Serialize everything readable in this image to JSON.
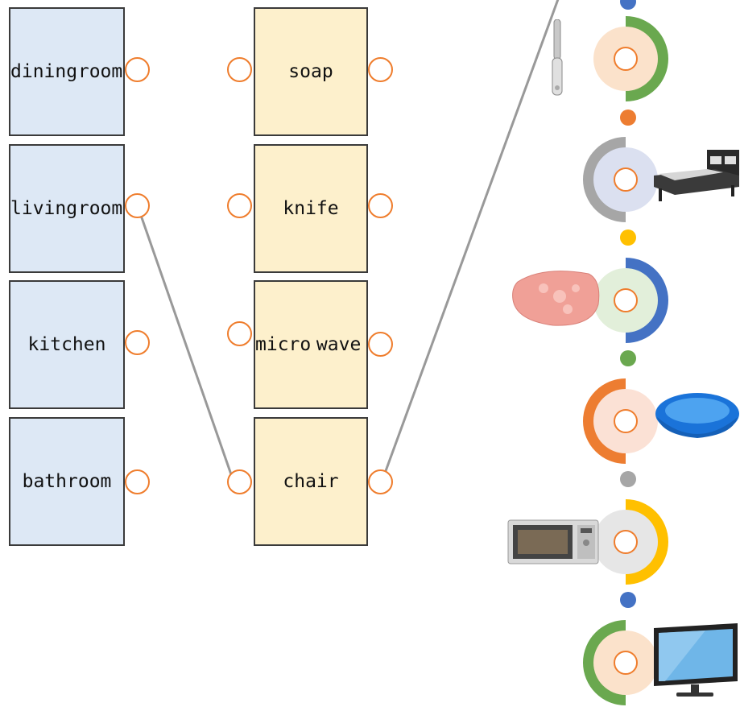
{
  "places": [
    {
      "id": "dining-room",
      "lines": [
        "dining",
        "room"
      ]
    },
    {
      "id": "living-room",
      "lines": [
        "living",
        "room"
      ]
    },
    {
      "id": "kitchen",
      "lines": [
        "kitchen"
      ]
    },
    {
      "id": "bathroom",
      "lines": [
        "bathroom"
      ]
    }
  ],
  "items": [
    {
      "id": "soap",
      "lines": [
        "soap"
      ]
    },
    {
      "id": "knife",
      "lines": [
        "knife"
      ]
    },
    {
      "id": "microwave",
      "lines": [
        "micro",
        "wave"
      ]
    },
    {
      "id": "chair",
      "lines": [
        "chair"
      ]
    }
  ],
  "connections": [
    {
      "from": "living-room",
      "to": "chair"
    },
    {
      "from": "chair",
      "to": "image-top"
    }
  ],
  "image_column": {
    "rings": [
      {
        "color": "#6aa84f",
        "fill": "#fbe2cb",
        "picture": "knife-icon"
      },
      {
        "color": "#a6a6a6",
        "fill": "#dbe0f0",
        "picture": "bed-icon"
      },
      {
        "color": "#4472c4",
        "fill": "#e2efda",
        "picture": "soap-icon"
      },
      {
        "color": "#ed7d31",
        "fill": "#fbe1d5",
        "picture": "plate-icon"
      },
      {
        "color": "#ffc000",
        "fill": "#e6e6e6",
        "picture": "microwave-icon"
      },
      {
        "color": "#6aa84f",
        "fill": "#fbe2cb",
        "picture": "tv-icon"
      }
    ],
    "dots": [
      "#4472c4",
      "#ed7d31",
      "#ffc000",
      "#6aa84f",
      "#a6a6a6",
      "#4472c4"
    ]
  },
  "colors": {
    "place_fill": "#dde8f5",
    "item_fill": "#fdf0cc",
    "connector_stroke": "#ef7d2d",
    "line": "#999999"
  }
}
